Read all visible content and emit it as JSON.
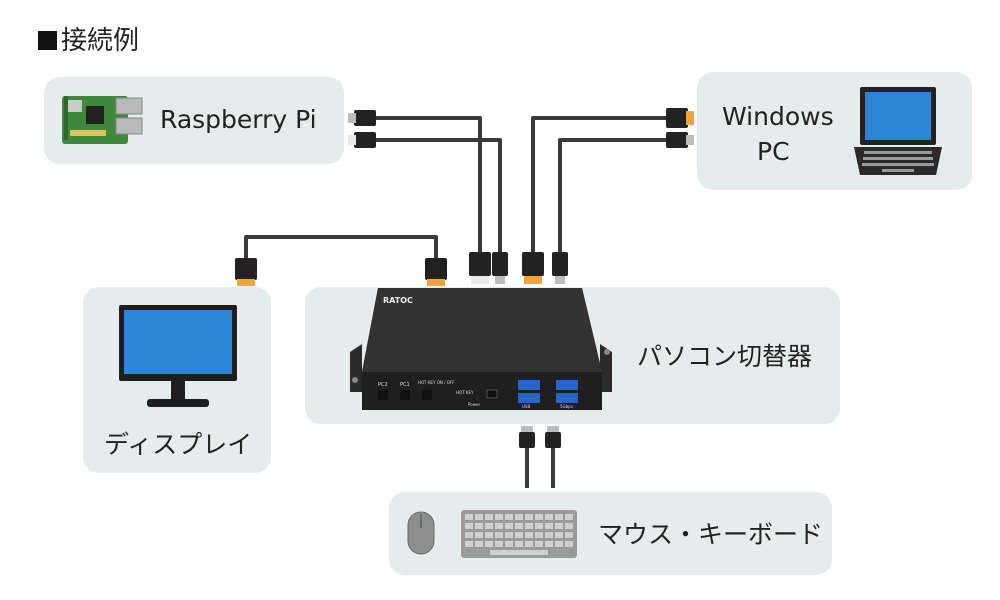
{
  "heading": "接続例",
  "devices": {
    "raspberry_pi": "Raspberry Pi",
    "windows_line1": "Windows",
    "windows_line2": "PC",
    "switcher": "パソコン切替器",
    "display": "ディスプレイ",
    "mouse_keyboard": "マウス・キーボード"
  },
  "switch_panel": {
    "brand": "RATOC",
    "port_pc2": "PC2",
    "port_pc1": "PC1",
    "port_hotkey": "HOT KEY ON / OFF",
    "port_hotkey2": "HOT KEY",
    "port_power": "Power",
    "port_usb": "USB",
    "port_gbps": "5Gbps"
  },
  "colors": {
    "panel_bg": "#e4ecec",
    "cable": "#3a3a3a",
    "hdmi_gold": "#f2a43c"
  }
}
